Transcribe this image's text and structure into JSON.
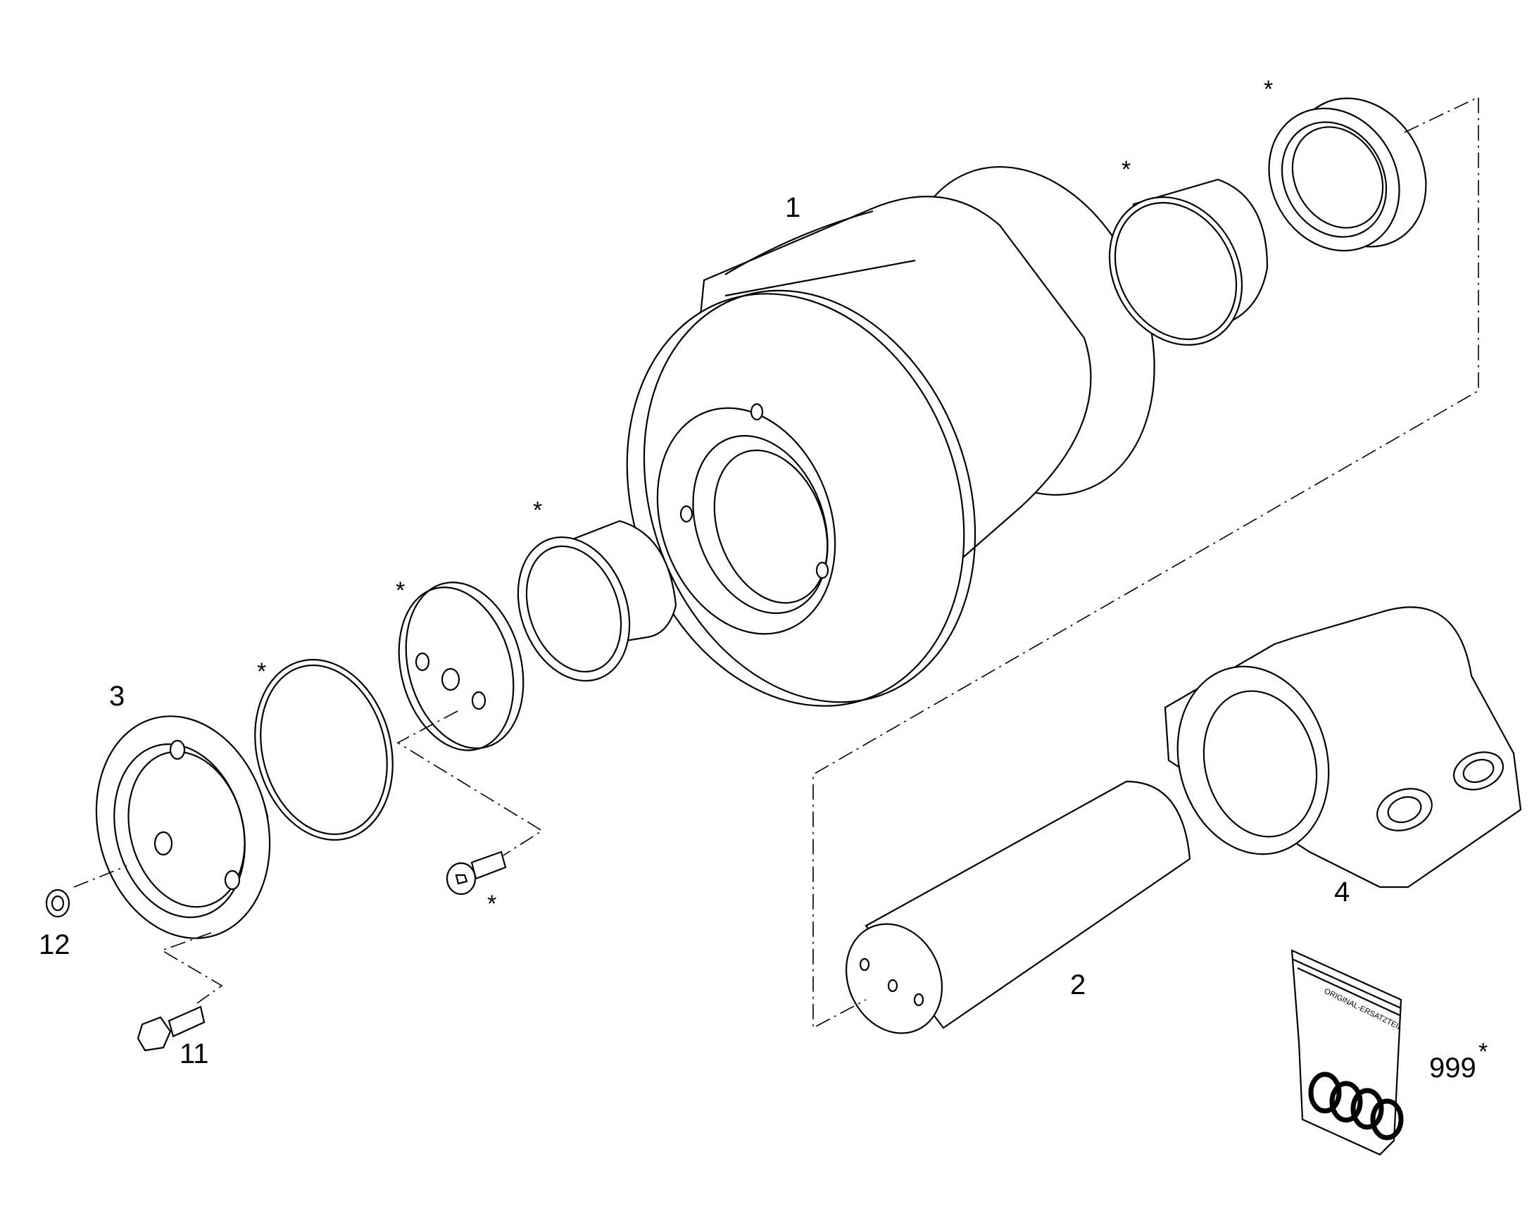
{
  "diagram": {
    "callouts": [
      "1",
      "2",
      "3",
      "4",
      "11",
      "12",
      "999"
    ],
    "asterisk": "*",
    "bag_text": "ORIGINAL-ERSATZTEIL"
  }
}
